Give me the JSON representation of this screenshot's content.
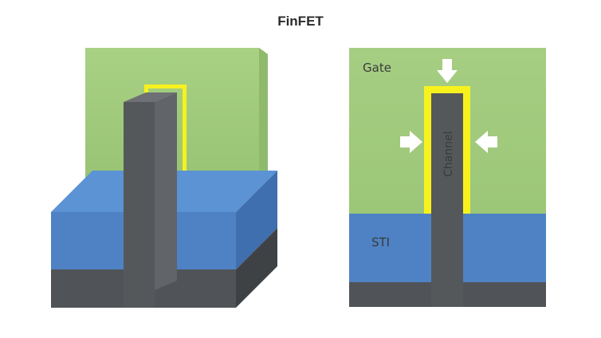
{
  "title": "FinFET",
  "cross_section": {
    "gate_label": "Gate",
    "sti_label": "STI",
    "channel_label": "Channel"
  },
  "colors": {
    "gate": "#a4cd7e",
    "sti": "#4e82c4",
    "fin": "#55585b",
    "gate_oxide": "#f7f21e",
    "arrow": "#ffffff"
  }
}
